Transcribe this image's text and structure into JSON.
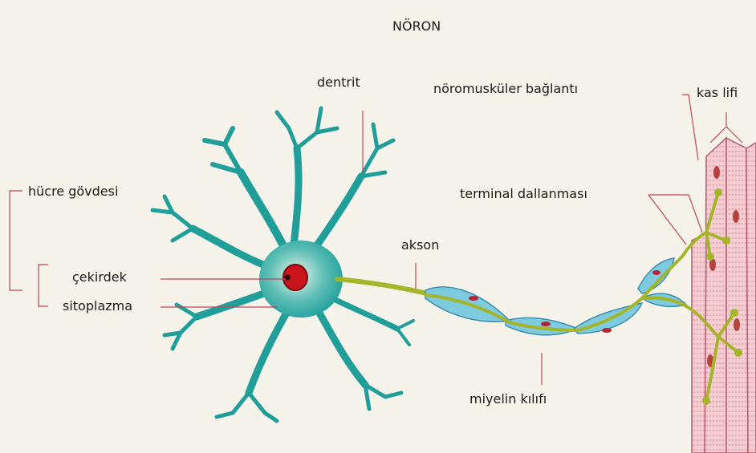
{
  "title": "NÖRON",
  "labels": {
    "dentrit": "dentrit",
    "noromuskuler": "nöromusküler bağlantı",
    "kas_lifi": "kas lifi",
    "hucre_govdesi": "hücre gövdesi",
    "terminal": "terminal dallanması",
    "akson": "akson",
    "cekirdek": "çekirdek",
    "sitoplazma": "sitoplazma",
    "miyelin": "miyelin kılıfı"
  },
  "colors": {
    "background": "#f6f3ea",
    "cell_body": "#1f9e9a",
    "nucleus": "#c8141b",
    "axon": "#a4b52a",
    "myelin": "#7ecbe0",
    "muscle": "#f2c9cf",
    "leader": "#c4435a"
  }
}
